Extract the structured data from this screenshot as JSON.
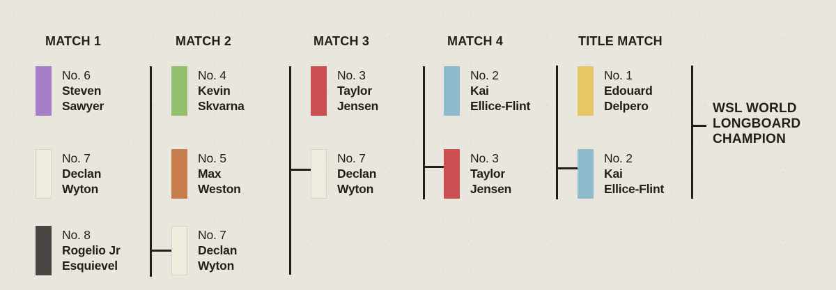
{
  "background_color": "#e9e6de",
  "line_color": "#211e1b",
  "text_color": "#211e1b",
  "matches": [
    {
      "title": "MATCH 1",
      "entries": [
        {
          "seed": "No. 6",
          "name": [
            "Steven",
            "Sawyer"
          ],
          "color": "#a67fc8"
        },
        {
          "seed": "No. 7",
          "name": [
            "Declan",
            "Wyton"
          ],
          "color": "#f0ecdd",
          "border_color": "#d5d2c2"
        },
        {
          "seed": "No. 8",
          "name": [
            "Rogelio Jr",
            "Esquievel"
          ],
          "color": "#474442"
        }
      ]
    },
    {
      "title": "MATCH 2",
      "entries": [
        {
          "seed": "No. 4",
          "name": [
            "Kevin",
            "Skvarna"
          ],
          "color": "#92c06e"
        },
        {
          "seed": "No. 5",
          "name": [
            "Max",
            "Weston"
          ],
          "color": "#c97c4b"
        },
        {
          "seed": "No. 7",
          "name": [
            "Declan",
            "Wyton"
          ],
          "color": "#f0ecdd",
          "border_color": "#d5d2c2"
        }
      ]
    },
    {
      "title": "MATCH 3",
      "entries": [
        {
          "seed": "No. 3",
          "name": [
            "Taylor",
            "Jensen"
          ],
          "color": "#cb4e51"
        },
        {
          "seed": "No. 7",
          "name": [
            "Declan",
            "Wyton"
          ],
          "color": "#f0ecdd",
          "border_color": "#d5d2c2"
        }
      ]
    },
    {
      "title": "MATCH 4",
      "entries": [
        {
          "seed": "No. 2",
          "name": [
            "Kai",
            "Ellice-Flint"
          ],
          "color": "#8fbccd"
        },
        {
          "seed": "No. 3",
          "name": [
            "Taylor",
            "Jensen"
          ],
          "color": "#cb4e51"
        }
      ]
    },
    {
      "title": "TITLE MATCH",
      "entries": [
        {
          "seed": "No. 1",
          "name": [
            "Edouard",
            "Delpero"
          ],
          "color": "#e5c863"
        },
        {
          "seed": "No. 2",
          "name": [
            "Kai",
            "Ellice-Flint"
          ],
          "color": "#8fbccd"
        }
      ]
    }
  ],
  "champion": {
    "lines": [
      "WSL WORLD",
      "LONGBOARD",
      "CHAMPION"
    ]
  }
}
